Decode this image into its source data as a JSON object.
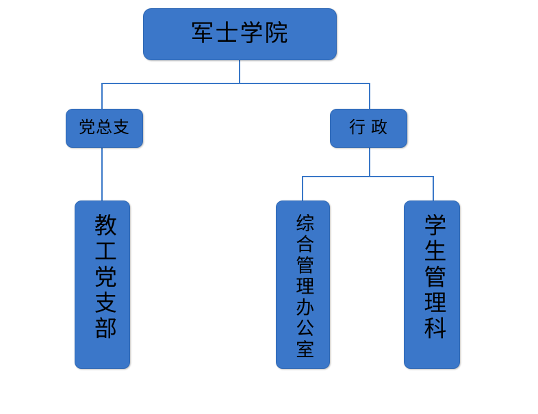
{
  "diagram": {
    "type": "organization-chart",
    "title_node": "军士学院",
    "orientation": "top-down",
    "colors": {
      "node_fill": "#3B77C9",
      "node_border": "#2F68B4",
      "connector": "#3A78C8",
      "text": "#000000",
      "background": "#FFFFFF"
    },
    "nodes": [
      {
        "id": "root",
        "label": "军士学院",
        "level": 0,
        "text_direction": "horizontal"
      },
      {
        "id": "party",
        "label": "党总支",
        "level": 1,
        "text_direction": "horizontal"
      },
      {
        "id": "admin",
        "label": "行 政",
        "level": 1,
        "text_direction": "horizontal"
      },
      {
        "id": "faculty-party",
        "label": "教工党支部",
        "level": 2,
        "parent": "party",
        "text_direction": "vertical"
      },
      {
        "id": "general-office",
        "label": "综合管理办公室",
        "level": 2,
        "parent": "admin",
        "text_direction": "vertical"
      },
      {
        "id": "student-affairs",
        "label": "学生管理科",
        "level": 2,
        "parent": "admin",
        "text_direction": "vertical"
      }
    ],
    "edges": [
      {
        "from": "root",
        "to": "party"
      },
      {
        "from": "root",
        "to": "admin"
      },
      {
        "from": "party",
        "to": "faculty-party"
      },
      {
        "from": "admin",
        "to": "general-office"
      },
      {
        "from": "admin",
        "to": "student-affairs"
      }
    ]
  }
}
